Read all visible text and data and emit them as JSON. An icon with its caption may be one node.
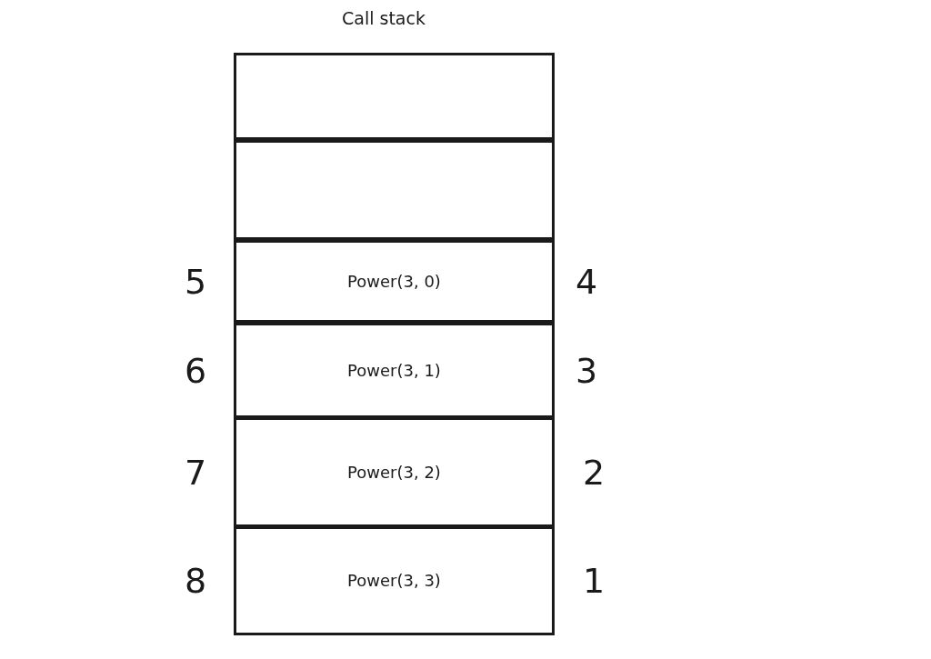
{
  "diagram": {
    "title": "Call stack",
    "nodes": [
      {
        "text": [],
        "shape": "box"
      },
      {
        "text": [],
        "shape": "box"
      },
      {
        "text": [
          "Power(3, 0)"
        ],
        "beside": [
          "5",
          "4"
        ]
      },
      {
        "text": [
          "Power(3, 1)"
        ],
        "beside": [
          "6",
          "3"
        ]
      },
      {
        "text": [
          "Power(3, 2)"
        ],
        "beside": [
          "7",
          "2"
        ]
      },
      {
        "text": [
          "Power(3, 3)"
        ],
        "beside": [
          "8",
          "1"
        ]
      }
    ]
  }
}
